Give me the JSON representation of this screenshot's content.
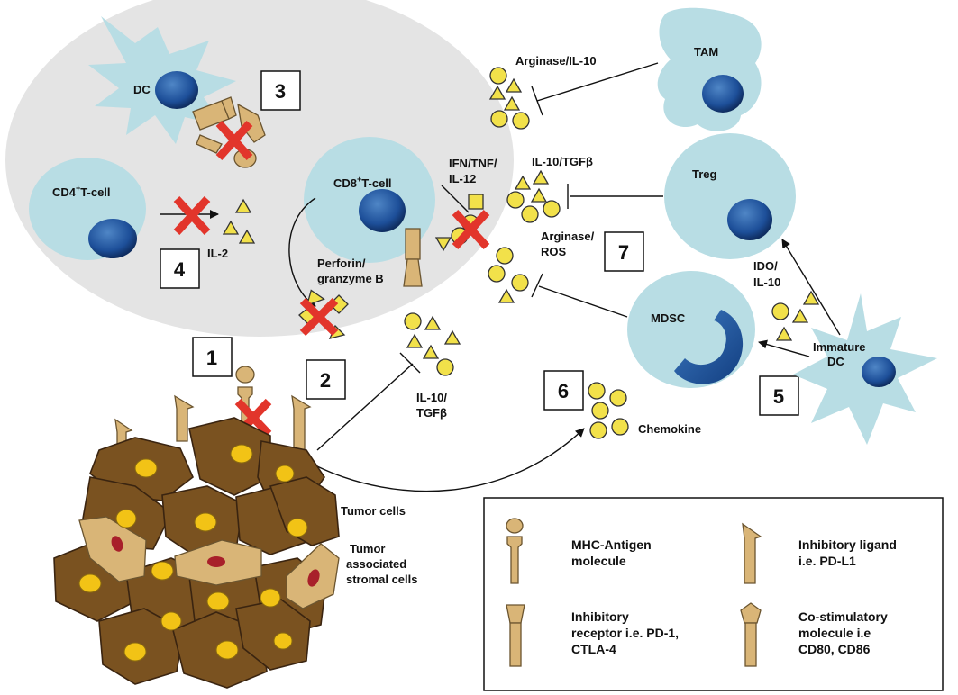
{
  "labels": {
    "dc": "DC",
    "cd4": "CD4",
    "cd4_sup": "+",
    "cd4_suffix": "T-cell",
    "cd8": "CD8",
    "cd8_sup": "+",
    "cd8_suffix": "T-cell",
    "il2": "IL-2",
    "perforin_1": "Perforin/",
    "perforin_2": "granzyme B",
    "ifn_1": "IFN/TNF/",
    "ifn_2": "IL-12",
    "arginase_il10": "Arginase/IL-10",
    "tam": "TAM",
    "il10_tgfb_top": "IL-10/TGFβ",
    "treg": "Treg",
    "arginase_ros_1": "Arginase/",
    "arginase_ros_2": "ROS",
    "ido_1": "IDO/",
    "ido_2": "IL-10",
    "mdsc": "MDSC",
    "immature_1": "Immature",
    "immature_2": "DC",
    "il10_tgfb_mid_1": "IL-10/",
    "il10_tgfb_mid_2": "TGFβ",
    "chemokine": "Chemokine",
    "tumor_cells": "Tumor cells",
    "stromal_1": "Tumor",
    "stromal_2": "associated",
    "stromal_3": "stromal cells"
  },
  "numbers": {
    "n1": "1",
    "n2": "2",
    "n3": "3",
    "n4": "4",
    "n5": "5",
    "n6": "6",
    "n7": "7"
  },
  "legend": {
    "mhc_1": "MHC-Antigen",
    "mhc_2": "molecule",
    "inhib_lig_1": "Inhibitory ligand",
    "inhib_lig_2": "i.e. PD-L1",
    "inhib_rec_1": "Inhibitory",
    "inhib_rec_2": "receptor i.e. PD-1,",
    "inhib_rec_3": "CTLA-4",
    "costim_1": "Co-stimulatory",
    "costim_2": "molecule i.e",
    "costim_3": "CD80, CD86"
  }
}
